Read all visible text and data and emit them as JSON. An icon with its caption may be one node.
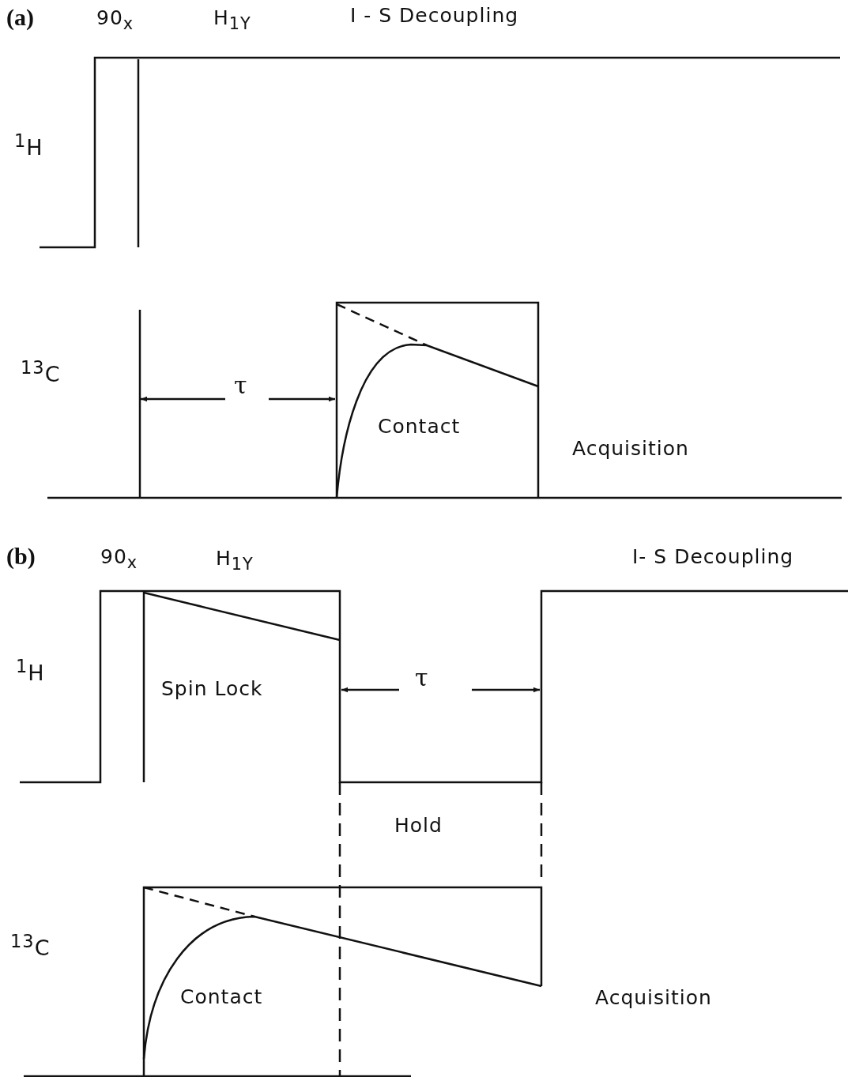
{
  "diagram": {
    "labels": [
      "(a)",
      "90$_{x}$",
      "H$_{1Y}$",
      "I - S Decoupling",
      "$^{1}$H",
      "$^{13}$C",
      "τ",
      "Contact",
      "Acquisition",
      "(b)",
      "90$_{x}$",
      "H$_{1Y}$",
      "I- S Decoupling",
      "$^{1}$H",
      "Spin Lock",
      "τ",
      "Hold",
      "$^{13}$C",
      "Contact",
      "Acquisition"
    ]
  }
}
